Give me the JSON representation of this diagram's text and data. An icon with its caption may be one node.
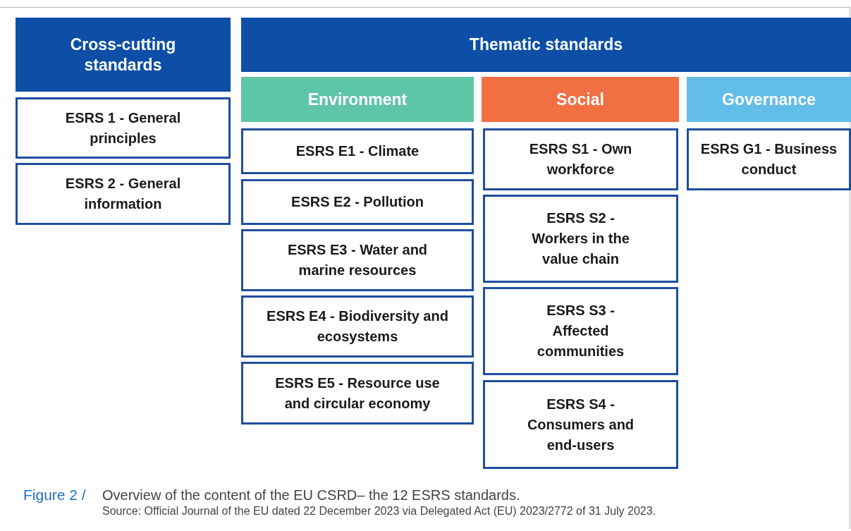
{
  "diagram": {
    "caption": "Overview of the content of the EU CSRD– the 12 ESRS standards.",
    "nodes": [
      {
        "text": [
          "Cross-cutting standards"
        ]
      },
      {
        "text": [
          "ESRS 1 - General principles"
        ]
      },
      {
        "text": [
          "ESRS 2 - General information"
        ]
      },
      {
        "text": [
          "Thematic standards"
        ]
      },
      {
        "text": [
          "Environment"
        ]
      },
      {
        "text": [
          "Social"
        ]
      },
      {
        "text": [
          "Governance"
        ]
      },
      {
        "text": [
          "ESRS E1 - Climate"
        ]
      },
      {
        "text": [
          "ESRS E2 - Pollution"
        ]
      },
      {
        "text": [
          "ESRS E3 - Water and marine resources"
        ]
      },
      {
        "text": [
          "ESRS E4 - Biodiversity and ecosystems"
        ]
      },
      {
        "text": [
          "ESRS E5 - Resource use and circular economy"
        ]
      },
      {
        "text": [
          "ESRS S1 - Own workforce"
        ]
      },
      {
        "text": [
          "ESRS S2 - Workers in the value chain"
        ]
      },
      {
        "text": [
          "ESRS S3 - Affected communities"
        ]
      },
      {
        "text": [
          "ESRS S4 - Consumers and end-users"
        ]
      },
      {
        "text": [
          "ESRS G1 - Business conduct"
        ]
      }
    ],
    "labels": [
      "Figure 2 /",
      "Source: Official Journal of the EU dated 22 December 2023 via Delegated Act (EU) 2023/2772 of 31 July 2023."
    ]
  }
}
